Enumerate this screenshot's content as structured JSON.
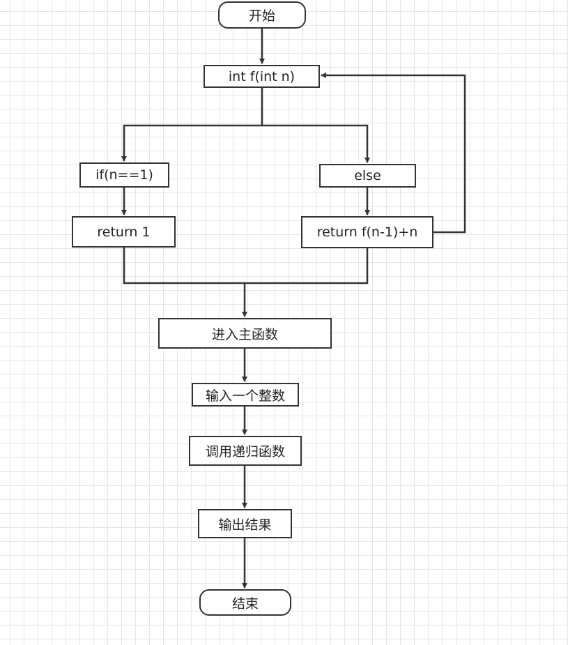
{
  "diagram": {
    "type": "flowchart",
    "nodes": {
      "start": "开始",
      "func_def": "int f(int n)",
      "if_cond": "if(n==1)",
      "else_branch": "else",
      "return_one": "return 1",
      "return_recursive": "return f(n-1)+n",
      "enter_main": "进入主函数",
      "input_int": "输入一个整数",
      "call_recursive": "调用递归函数",
      "output_result": "输出结果",
      "end": "结束"
    }
  }
}
